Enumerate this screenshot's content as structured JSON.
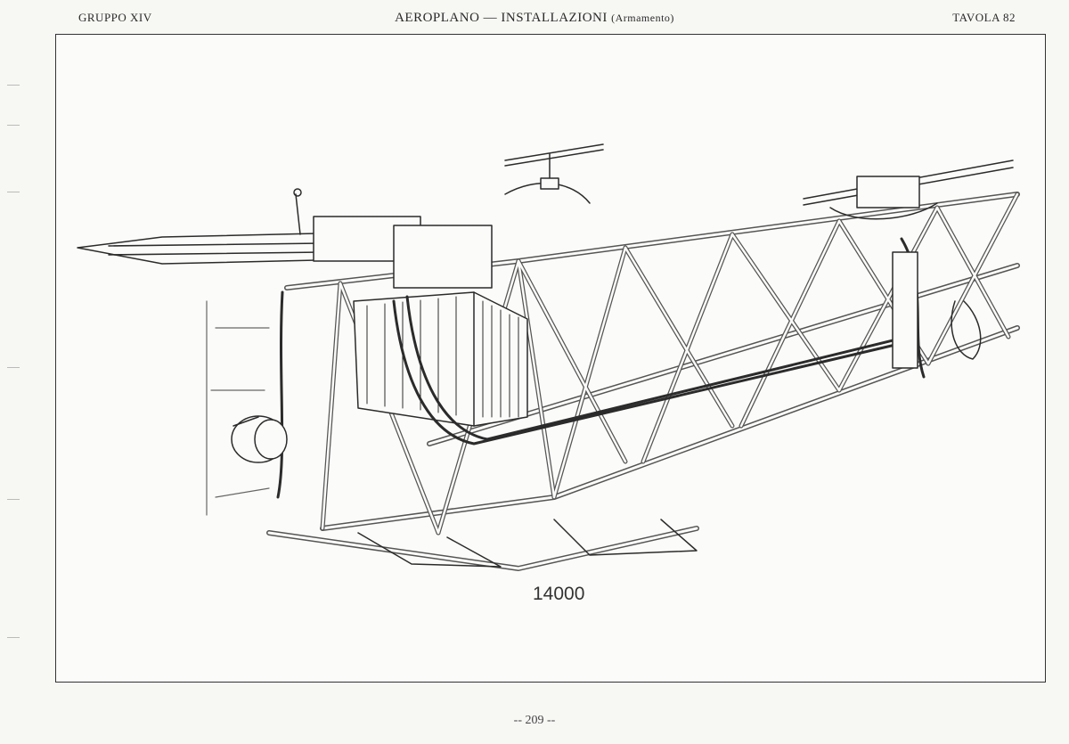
{
  "header": {
    "group": "GRUPPO XIV",
    "title": "AEROPLANO — INSTALLAZIONI",
    "subtitle": "(Armamento)",
    "plate": "TAVOLA 82"
  },
  "figure": {
    "number": "14000"
  },
  "footer": {
    "page_number": "-- 209 --"
  }
}
